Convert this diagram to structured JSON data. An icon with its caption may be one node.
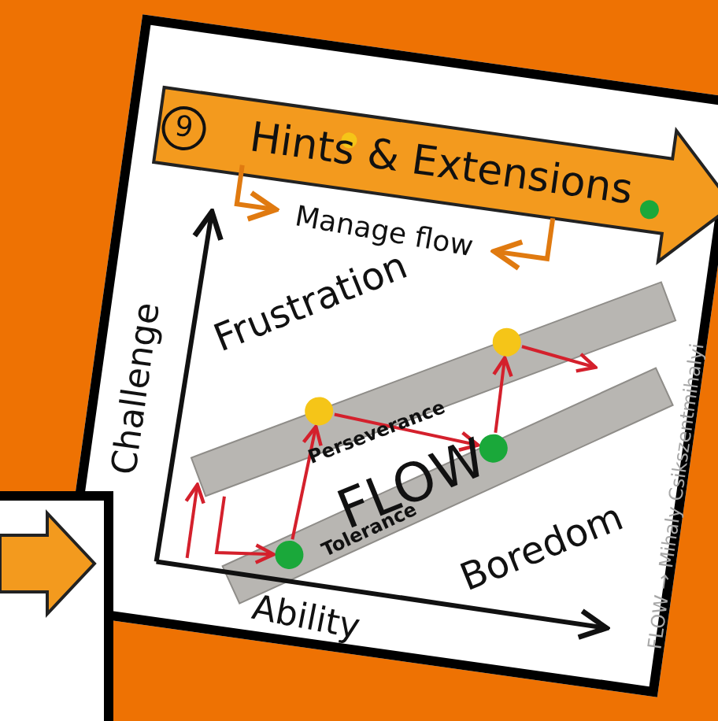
{
  "diagram": {
    "title": "Hints & Extensions",
    "nodes": [
      {
        "text": [],
        "shape": "circle"
      },
      {
        "text": [],
        "shape": "circle"
      },
      {
        "text": [],
        "shape": "circle"
      },
      {
        "text": [],
        "shape": "circle"
      }
    ],
    "edges": [
      {
        "from": null,
        "to": 0,
        "arrow": "to"
      },
      {
        "from": 0,
        "to": 1,
        "arrow": "to"
      },
      {
        "from": 1,
        "to": 2,
        "arrow": "to"
      },
      {
        "from": 2,
        "to": 3,
        "arrow": "to"
      },
      {
        "from": 3,
        "to": null,
        "arrow": "to"
      }
    ],
    "labels": [
      "9",
      "Manage flow",
      "Challenge",
      "Frustration",
      "Perseverance",
      "FLOW",
      "Tolerance",
      "Boredom",
      "Ability",
      "FLOW → Mihaly Csikszentmihalyi"
    ]
  }
}
